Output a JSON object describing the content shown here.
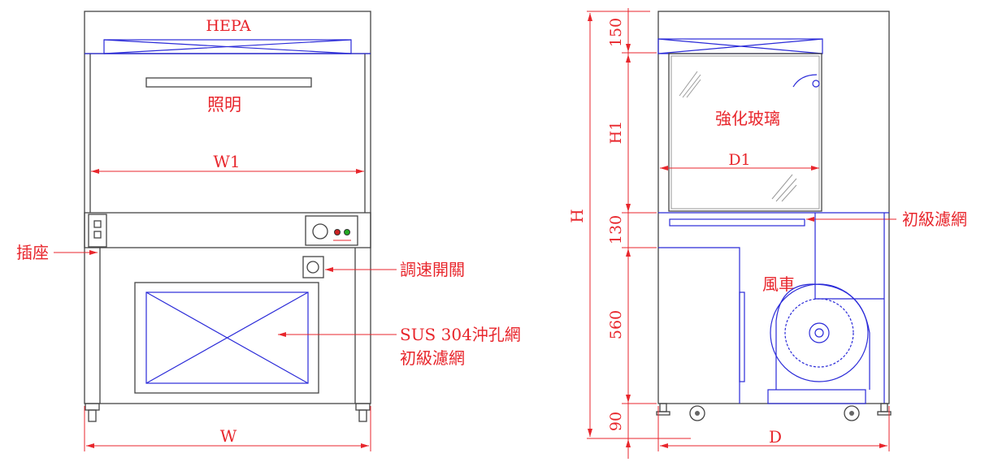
{
  "front_view": {
    "hepa_label": "HEPA",
    "lighting_label": "照明",
    "inner_width_label": "W1",
    "socket_label": "插座",
    "speed_switch_label": "調速開關",
    "perforated_mesh_label": "SUS 304沖孔網",
    "pre_filter_label": "初級濾網",
    "width_label": "W"
  },
  "side_view": {
    "height_label": "H",
    "inner_height_label": "H1",
    "dimensions": [
      "150",
      "130",
      "560",
      "90"
    ],
    "glass_label": "強化玻璃",
    "inner_depth_label": "D1",
    "pre_filter_label": "初級濾網",
    "fan_label": "風車",
    "depth_label": "D"
  },
  "colors": {
    "dimension": "#e8262c",
    "filter": "#2a2ad8",
    "frame": "#444444"
  }
}
